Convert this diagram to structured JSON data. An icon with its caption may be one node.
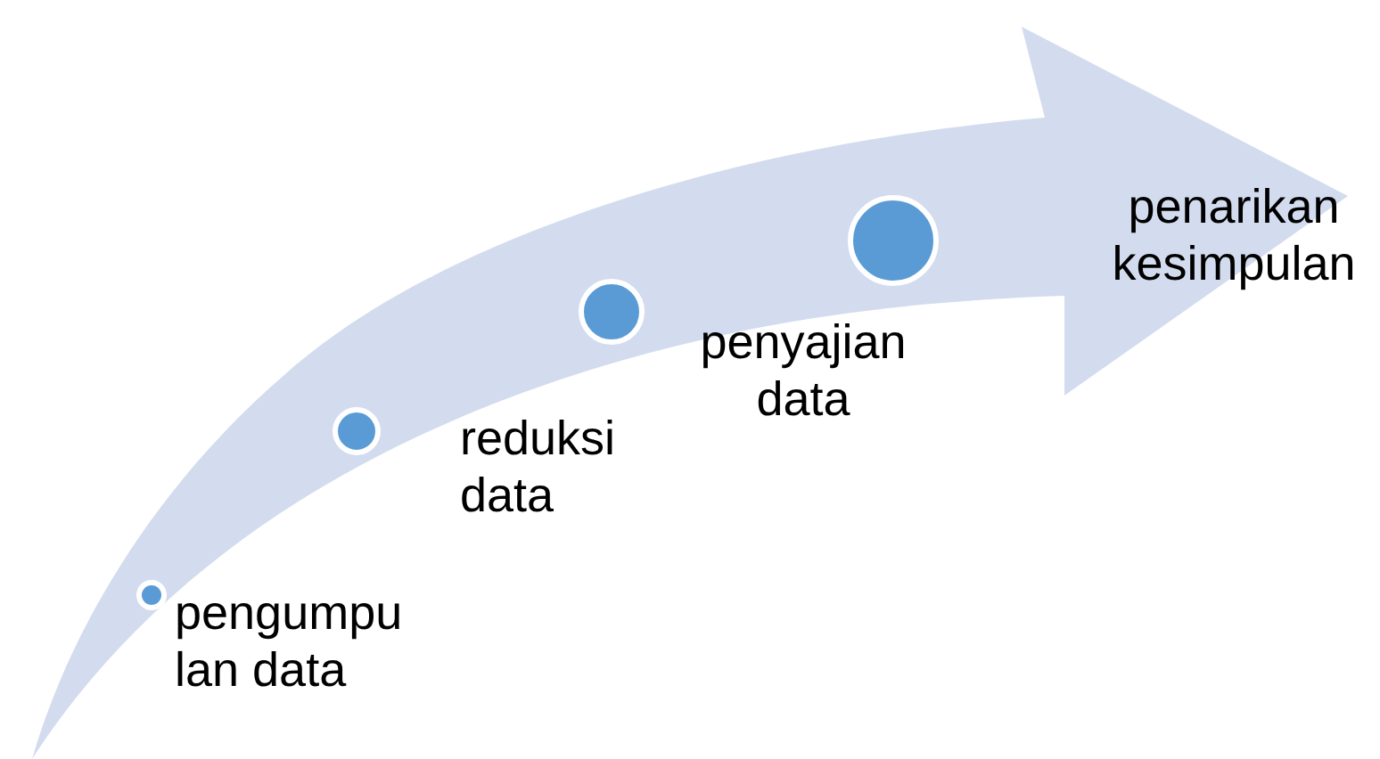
{
  "diagram": {
    "nodes": [
      {
        "text": [
          "pengumpu lan data"
        ]
      },
      {
        "text": [
          "reduksi data"
        ]
      },
      {
        "text": [
          "penyajian data"
        ]
      },
      {
        "text": [
          "penarikan kesimpulan"
        ]
      }
    ]
  }
}
